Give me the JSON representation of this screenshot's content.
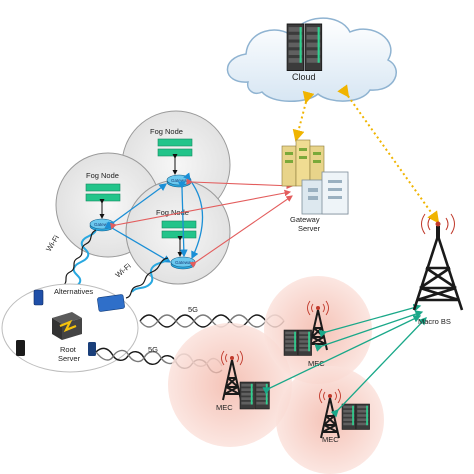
{
  "labels": {
    "cloud": "Cloud",
    "fog_node": "Fog Node",
    "gateway": "Gateway",
    "gateway_server_line1": "Gateway",
    "gateway_server_line2": "Server",
    "macro_bs": "Macro BS",
    "alternatives": "Alternatives",
    "root_server_line1": "Root",
    "root_server_line2": "Server",
    "wifi": "Wi-Fi",
    "fiveg": "5G",
    "mec": "MEC"
  },
  "colors": {
    "fog_cluster_fill": "#ececec",
    "mec_zone_fill": "#f6c8bd",
    "server_green": "#22c48a",
    "router_blue": "#29a8e0",
    "link_blue": "#1b8fd6",
    "link_red": "#e35d5d",
    "link_green": "#1aa889",
    "link_cloud": "#f0b400",
    "tower_dark": "#1a1a1a"
  }
}
